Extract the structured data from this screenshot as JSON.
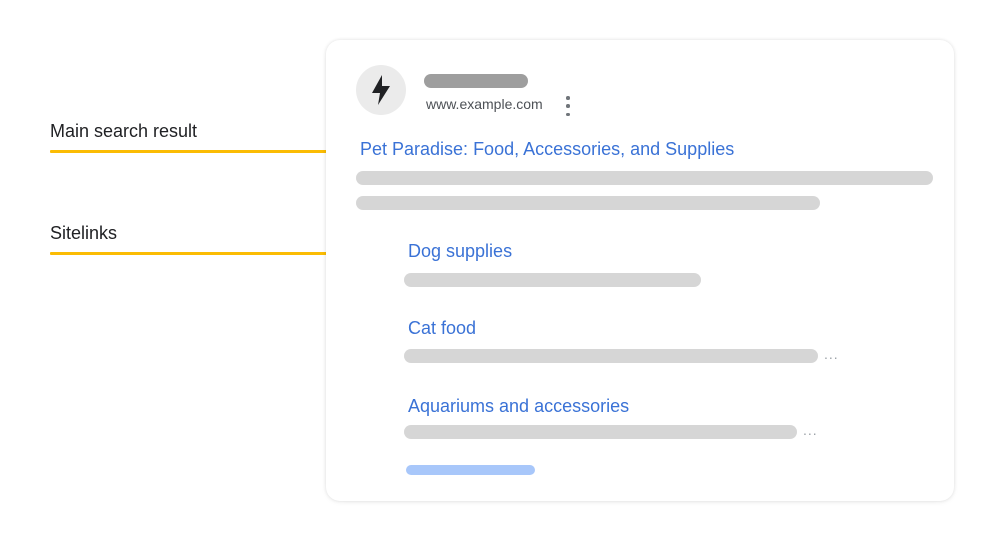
{
  "callouts": {
    "main_result": "Main search result",
    "sitelinks": "Sitelinks"
  },
  "result": {
    "favicon_icon": "lightning-bolt-icon",
    "url": "www.example.com",
    "menu_icon": "more-vert-icon",
    "title": "Pet Paradise: Food, Accessories, and Supplies"
  },
  "sitelinks": [
    {
      "label": "Dog supplies"
    },
    {
      "label": "Cat food",
      "more": "..."
    },
    {
      "label": "Aquariums and accessories",
      "more": "..."
    }
  ],
  "colors": {
    "accent_line": "#fbbc04",
    "link": "#3a72d6",
    "placeholder": "#d6d6d6",
    "more_link_placeholder": "#a8c7fa"
  }
}
